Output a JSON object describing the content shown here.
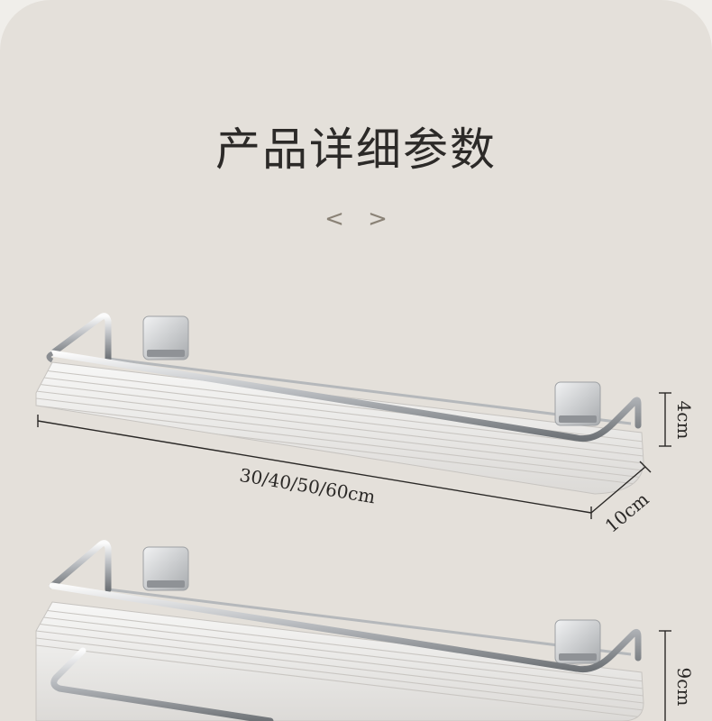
{
  "heading": "产品详细参数",
  "nav": {
    "prev": "<",
    "next": ">"
  },
  "dimensions": {
    "length": "30/40/50/60cm",
    "depth": "10cm",
    "height": "4cm",
    "towel_bar_height": "9cm"
  }
}
